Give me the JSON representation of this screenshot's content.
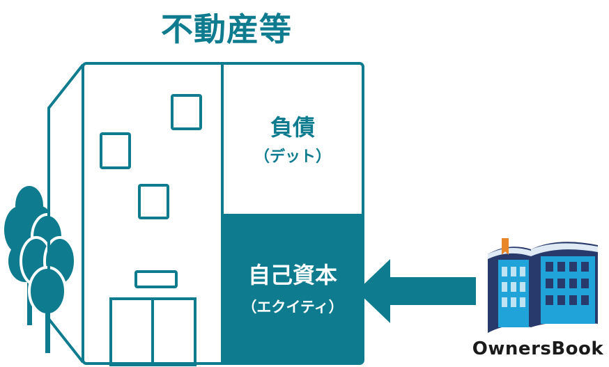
{
  "title": "不動産等",
  "debt": {
    "label": "負債",
    "sub": "（デット）"
  },
  "equity": {
    "label": "自己資本",
    "sub": "（エクイティ）"
  },
  "brand": {
    "name": "OwnersBook"
  },
  "colors": {
    "primary": "#0e7c8e",
    "navy": "#283a6b",
    "sky": "#1fa3d9",
    "light_blue": "#bfe3f3",
    "orange": "#e8862a",
    "text_dark": "#1a1a1a"
  }
}
